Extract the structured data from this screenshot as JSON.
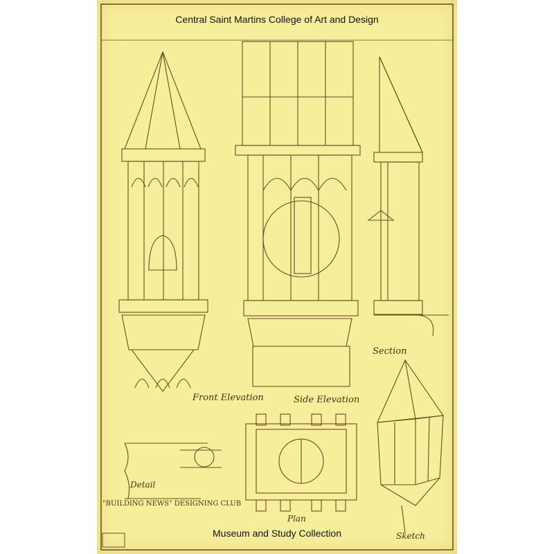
{
  "header": {
    "title": "Central Saint Martins College of Art and Design"
  },
  "footer": {
    "collection": "Museum and Study Collection"
  },
  "drawing": {
    "labels": {
      "front_elevation": "Front Elevation",
      "side_elevation": "Side Elevation",
      "section": "Section",
      "detail": "Detail",
      "plan": "Plan",
      "sketch": "Sketch"
    },
    "club_title": "\"BUILDING NEWS\" DESIGNING CLUB",
    "accent_color": "#f7ee9c",
    "ink_color": "#6b4a22"
  }
}
